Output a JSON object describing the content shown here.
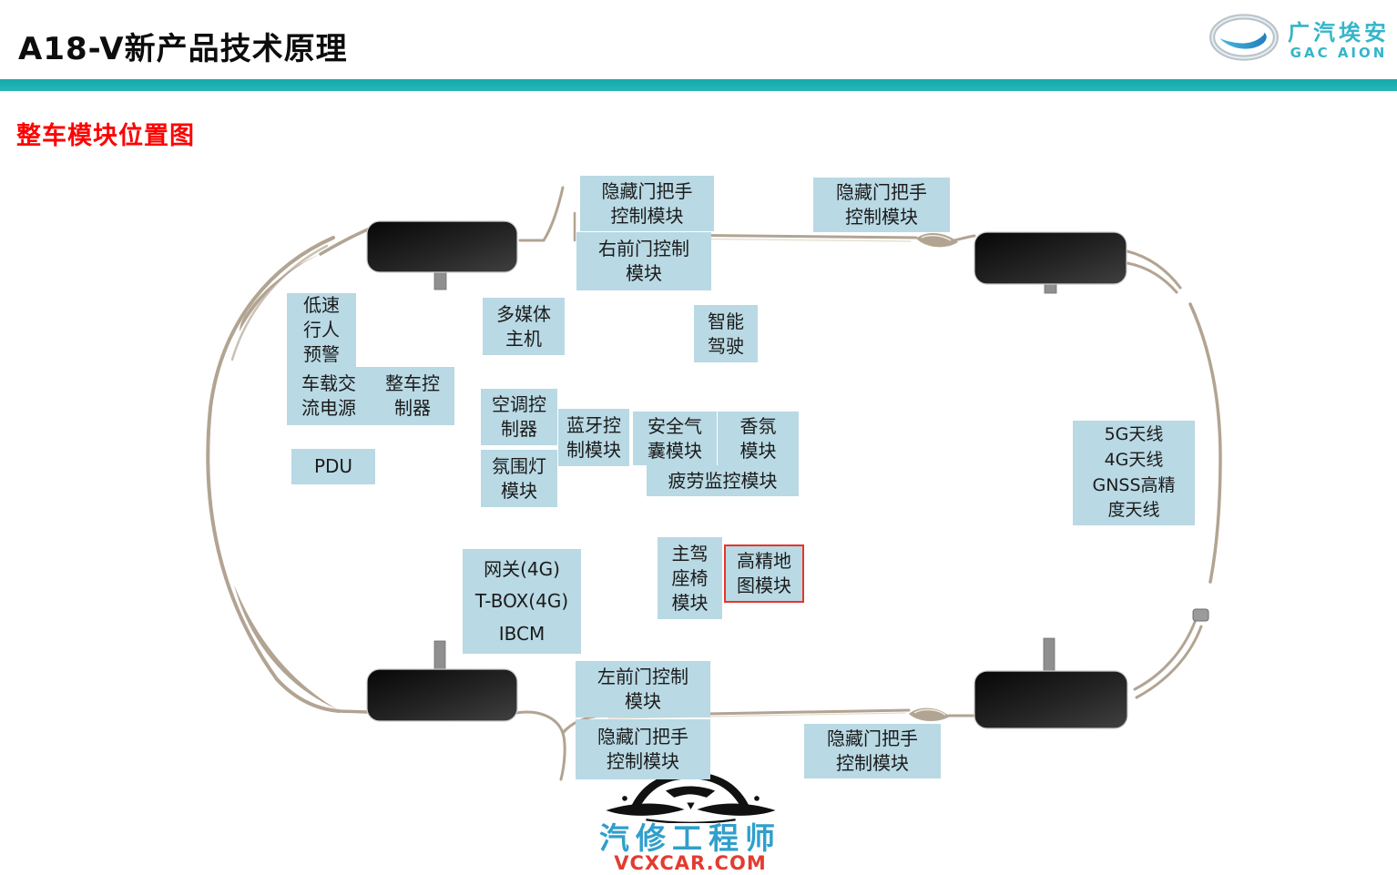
{
  "slide": {
    "title": "A18-V新产品技术原理",
    "section_title": "整车模块位置图"
  },
  "logo": {
    "brand_cn": "广汽埃安",
    "brand_en": "GAC AION"
  },
  "modules": {
    "top_handle_left": "隐藏门把手\n控制模块",
    "right_front_door": "右前门控制\n模块",
    "top_handle_right": "隐藏门把手\n控制模块",
    "pedestrian_warning": "低速\n行人\n预警",
    "ac_power": "车载交\n流电源",
    "vcu": "整车控\n制器",
    "multimedia": "多媒体\n主机",
    "ac_controller": "空调控\n制器",
    "ambient_light": "氛围灯\n模块",
    "smart_driving": "智能\n驾驶",
    "bluetooth": "蓝牙控\n制模块",
    "airbag": "安全气\n囊模块",
    "fragrance": "香氛\n模块",
    "fatigue_monitor": "疲劳监控模块",
    "pdu": "PDU",
    "antennas": "5G天线\n4G天线\nGNSS高精\n度天线",
    "gateway_line1": "网关(4G)",
    "gateway_line2": "T-BOX(4G)",
    "gateway_line3": "IBCM",
    "driver_seat": "主驾\n座椅\n模块",
    "hd_map": "高精地\n图模块",
    "left_front_door": "左前门控制\n模块",
    "bottom_handle_left": "隐藏门把手\n控制模块",
    "bottom_handle_right": "隐藏门把手\n控制模块"
  },
  "watermark": {
    "brand_cn": "汽修工程师",
    "site": "VCXCAR.COM"
  },
  "colors": {
    "accent_teal": "#1fb1b4",
    "module_bg": "#b9d9e4",
    "highlight_border": "#e8342a",
    "section_title_red": "#fe0000",
    "car_outline_tan": "#b2a492",
    "logo_teal": "#35b5c9",
    "watermark_blue": "#2f9fcc",
    "watermark_red": "#e23c30"
  }
}
